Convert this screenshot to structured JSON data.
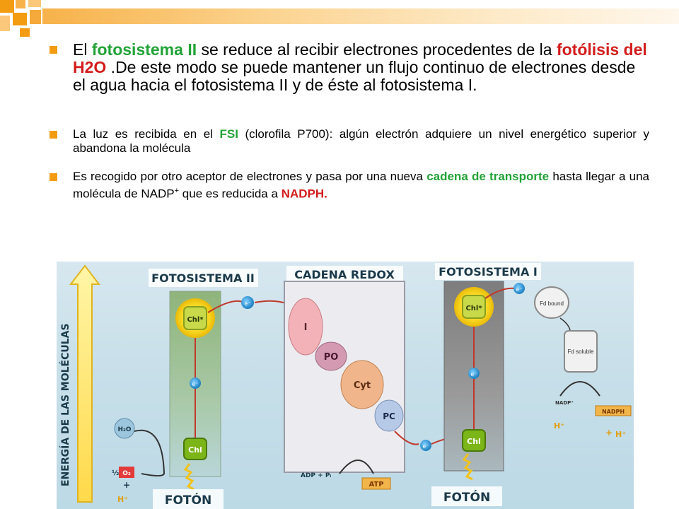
{
  "bullets": {
    "b1": {
      "pre": "El ",
      "term1": "fotosistema II",
      "mid": " se reduce al recibir electrones procedentes de la ",
      "term2": "fotólisis del H2O",
      "post": " .De este modo se puede mantener un flujo continuo de electrones desde el agua hacia el fotosistema II y de éste al fotosistema I."
    },
    "b2": {
      "pre": "La luz es recibida en el ",
      "term1": "FSI",
      "post": " (clorofila P700): algún electrón adquiere un nivel energético superior y abandona la molécula"
    },
    "b3": {
      "pre": "Es recogido por otro aceptor de electrones y pasa por una nueva ",
      "term1": "cadena de transporte",
      "mid": " hasta llegar a una molécula de NADP",
      "sup": "+",
      "mid2": " que es reducida a ",
      "term2": "NADPH."
    }
  },
  "diagram": {
    "energy_label": "ENERGÍA DE LAS MOLÉCULAS",
    "ps2_title": "FOTOSISTEMA II",
    "redox_title": "CADENA REDOX",
    "ps1_title": "FOTOSISTEMA I",
    "chl_star": "Chl*",
    "chl": "Chl",
    "electron": "e⁻",
    "carriers": {
      "i": "I",
      "po": "PO",
      "cyt": "Cyt",
      "pc": "PC"
    },
    "fd_bound": "Fd bound",
    "fd_soluble": "Fd soluble",
    "nadp": "NADP⁺",
    "nadph": "NADPH",
    "h2o": "H₂O",
    "o2": "O₂",
    "half": "½",
    "adp": "ADP + Pᵢ",
    "atp": "ATP",
    "foton": "FOTÓN",
    "h_plus": "H⁺",
    "plus": "+"
  },
  "colors": {
    "bullet": "#f39c12",
    "green": "#21a336",
    "red": "#d31c1c",
    "header": "#f7b24a"
  }
}
